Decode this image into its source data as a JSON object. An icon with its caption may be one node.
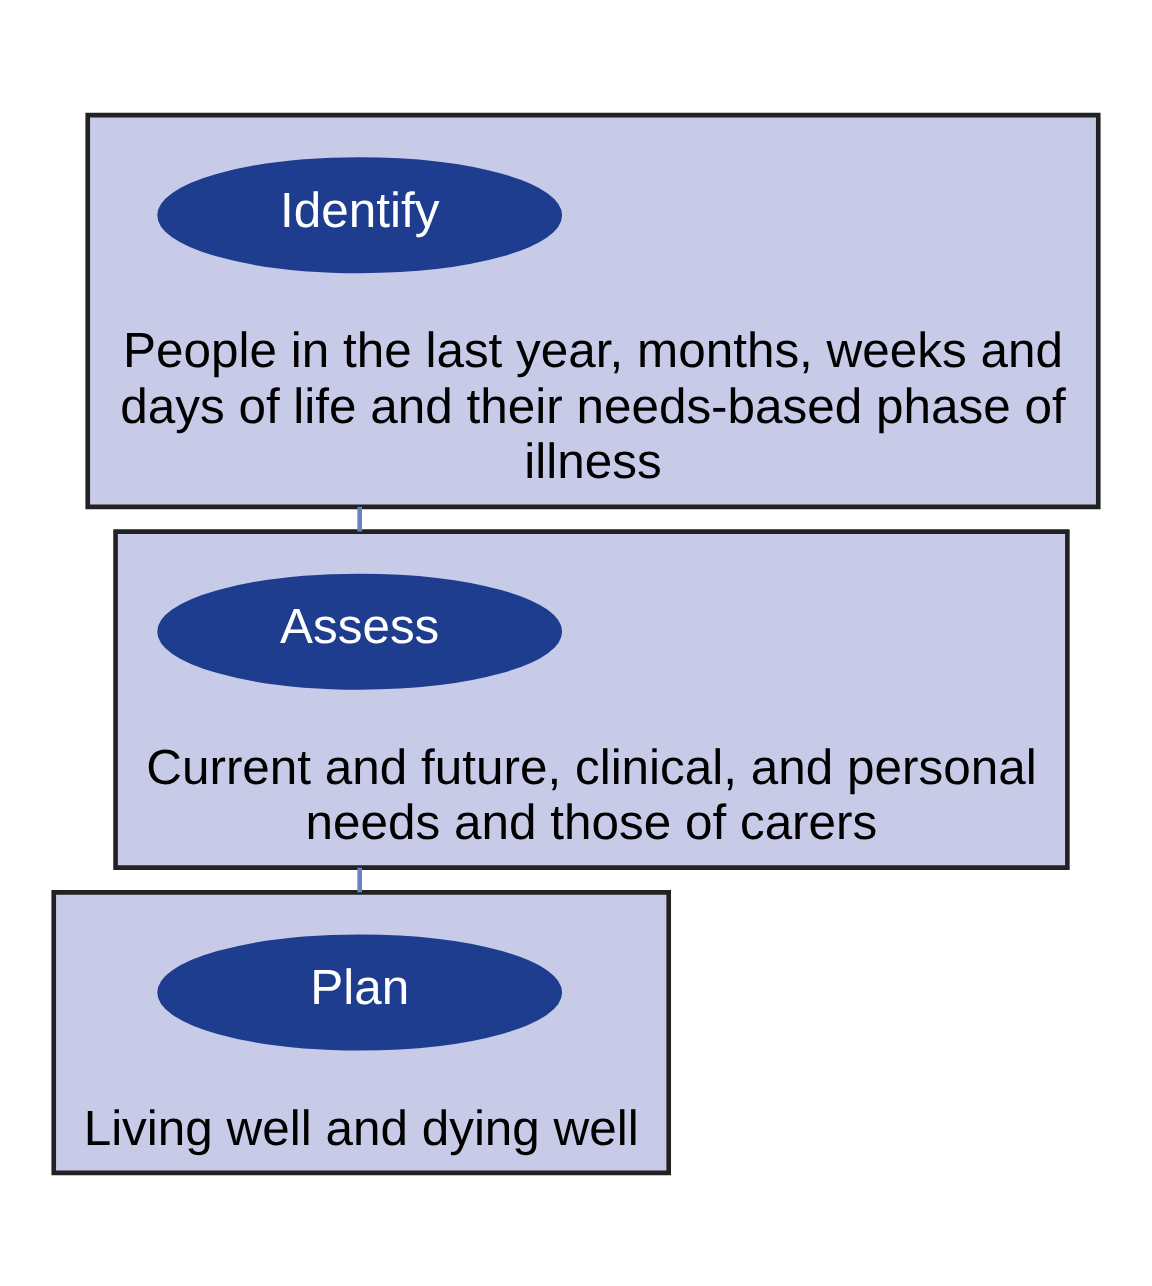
{
  "diagram": {
    "nodes": [
      {
        "text": [
          "People in the last year, months, weeks and days of life and their needs-based phase of illness"
        ]
      },
      {
        "text": [
          "Identify"
        ],
        "in": 0
      },
      {
        "text": [
          "Current and future, clinical, and personal needs and those of carers"
        ]
      },
      {
        "text": [
          "Assess"
        ],
        "in": 2
      },
      {
        "text": [
          "Living well and dying well"
        ]
      },
      {
        "text": [
          "Plan"
        ],
        "in": 4
      }
    ],
    "edges": [
      {
        "from": 0,
        "to": 2,
        "arrow": "none"
      },
      {
        "from": 2,
        "to": 4,
        "arrow": "none"
      }
    ]
  }
}
